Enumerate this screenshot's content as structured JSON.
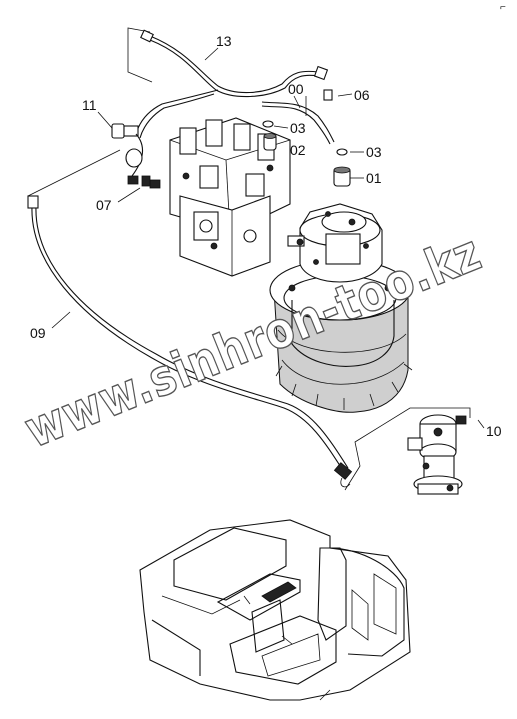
{
  "corner_mark": "⌐",
  "labels": {
    "p13": "13",
    "p00": "00",
    "p06": "06",
    "p11": "11",
    "p03a": "03",
    "p02": "02",
    "p03b": "03",
    "p01": "01",
    "p07": "07",
    "p09": "09",
    "p10": "10"
  },
  "watermark": "www.sinhron-too.kz"
}
